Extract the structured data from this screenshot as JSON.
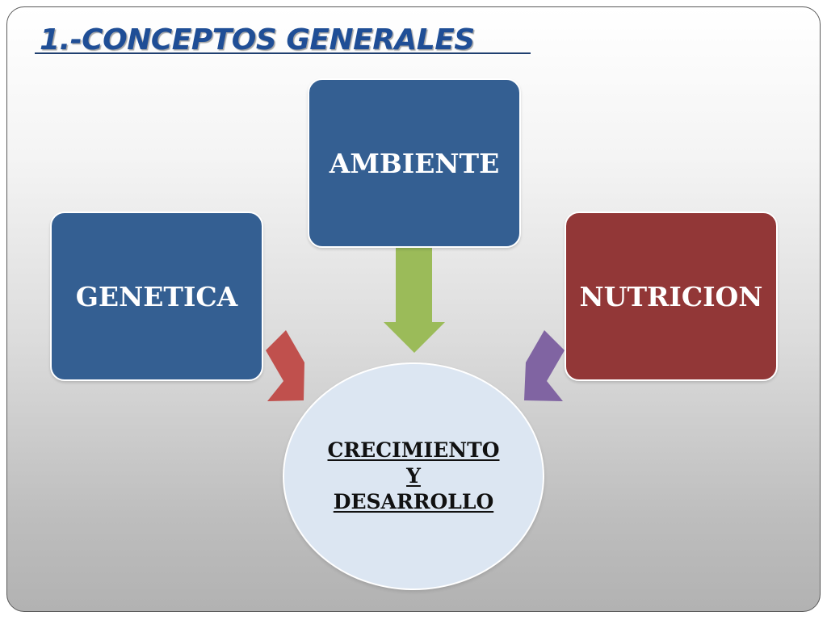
{
  "slide": {
    "title": "1.-CONCEPTOS GENERALES"
  },
  "diagram": {
    "factors": [
      {
        "label": "GENETICA",
        "color": "#345f92",
        "arrow_color": "#c0504d"
      },
      {
        "label": "AMBIENTE",
        "color": "#345f92",
        "arrow_color": "#9bbb59"
      },
      {
        "label": "NUTRICION",
        "color": "#923737",
        "arrow_color": "#8064a2"
      }
    ],
    "center": {
      "lines": [
        "CRECIMIENTO",
        "Y",
        "DESARROLLO"
      ],
      "color": "#dce6f2"
    }
  }
}
